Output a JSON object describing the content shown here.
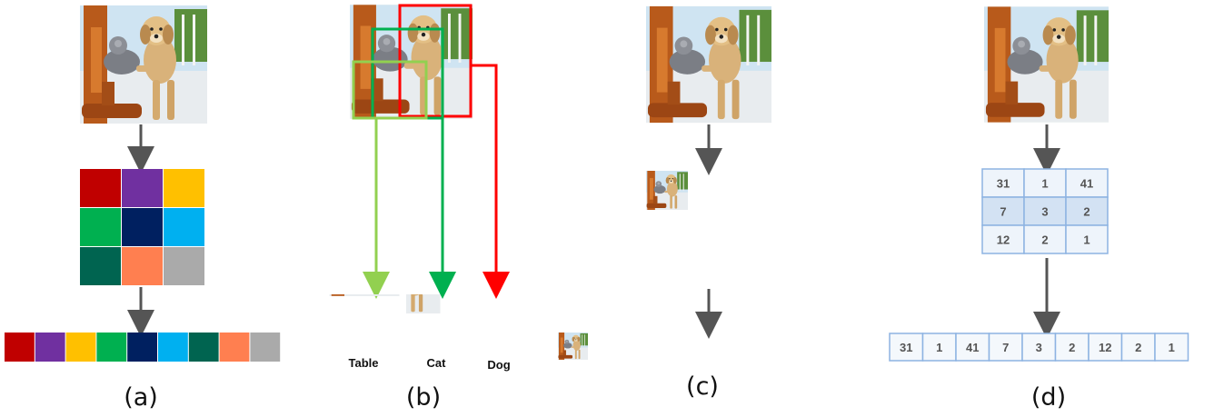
{
  "panels": {
    "a": {
      "caption": "(a)",
      "grid_colors": [
        "#c00000",
        "#7030a0",
        "#ffc000",
        "#00b050",
        "#002060",
        "#00b0f0",
        "#006450",
        "#ff7f50",
        "#aaaaaa"
      ]
    },
    "b": {
      "caption": "(b)",
      "crops": [
        {
          "label": "Table",
          "box_color": "#92d050"
        },
        {
          "label": "Cat",
          "box_color": "#00b050"
        },
        {
          "label": "Dog",
          "box_color": "#ff0000"
        }
      ]
    },
    "c": {
      "caption": "(c)"
    },
    "d": {
      "caption": "(d)",
      "grid": [
        [
          "31",
          "1",
          "41"
        ],
        [
          "7",
          "3",
          "2"
        ],
        [
          "12",
          "2",
          "1"
        ]
      ],
      "sequence": [
        "31",
        "1",
        "41",
        "7",
        "3",
        "2",
        "12",
        "2",
        "1"
      ]
    }
  }
}
